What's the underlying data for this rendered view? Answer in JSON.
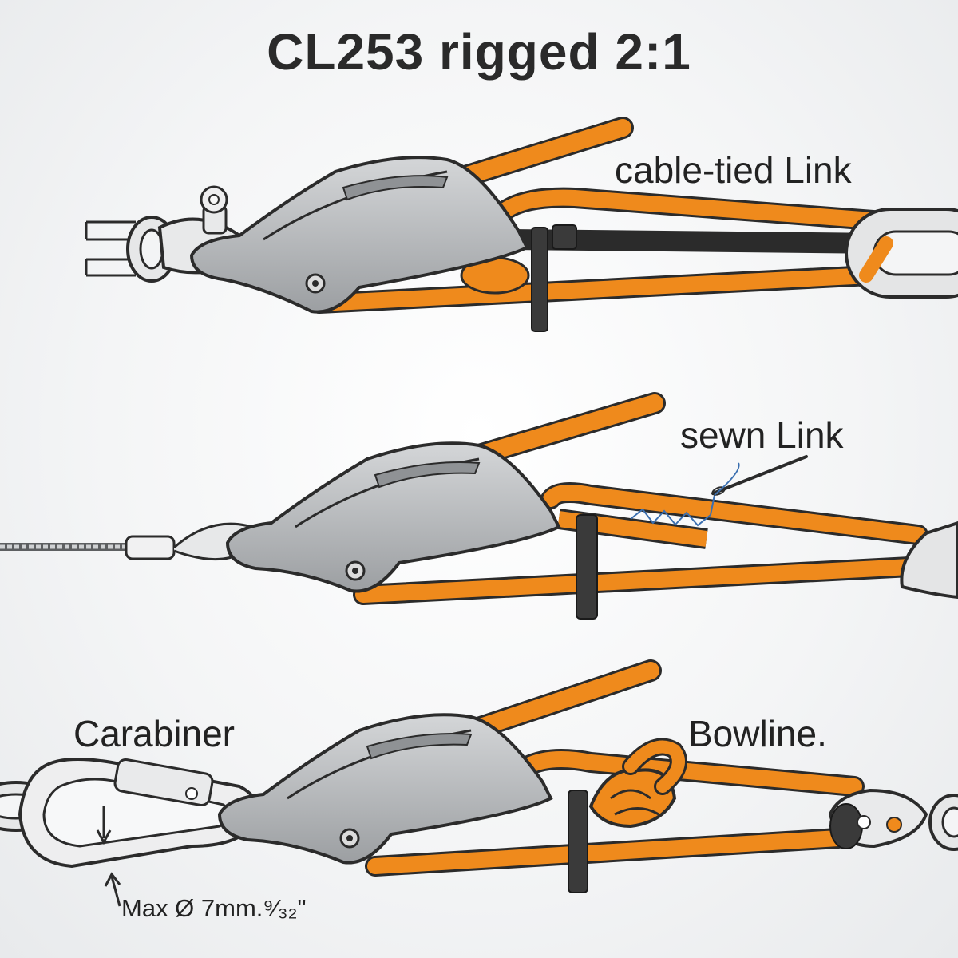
{
  "title": "CL253 rigged 2:1",
  "labels": {
    "cable_tied": "cable-tied Link",
    "sewn": "sewn Link",
    "carabiner": "Carabiner",
    "bowline": "Bowline.",
    "max_diameter": "Max Ø 7mm.⁹⁄₃₂\""
  },
  "colors": {
    "rope": "#ef8a1c",
    "cleat": "#b9bcbf",
    "outline": "#2b2b2b",
    "link": "#e4e5e6",
    "tie": "#3a3a3a",
    "thread": "#3b6fb0"
  }
}
